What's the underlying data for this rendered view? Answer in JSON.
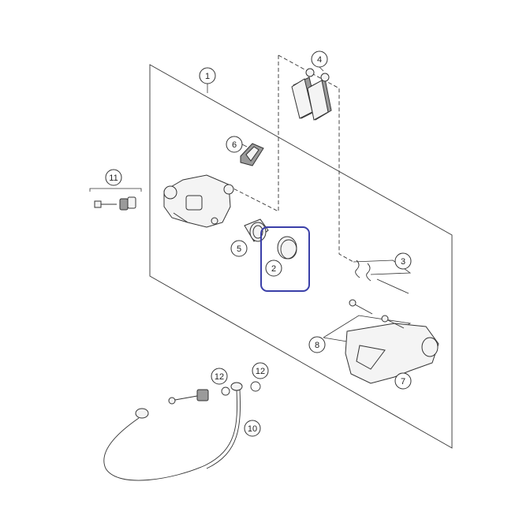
{
  "diagram": {
    "callouts": [
      {
        "id": "callout-1",
        "label": "1"
      },
      {
        "id": "callout-2",
        "label": "2"
      },
      {
        "id": "callout-3",
        "label": "3"
      },
      {
        "id": "callout-4",
        "label": "4"
      },
      {
        "id": "callout-5",
        "label": "5"
      },
      {
        "id": "callout-6",
        "label": "6"
      },
      {
        "id": "callout-7",
        "label": "7"
      },
      {
        "id": "callout-8",
        "label": "8"
      },
      {
        "id": "callout-10",
        "label": "10"
      },
      {
        "id": "callout-11",
        "label": "11"
      },
      {
        "id": "callout-12a",
        "label": "12"
      },
      {
        "id": "callout-12b",
        "label": "12"
      }
    ],
    "highlight_color": "#3a3fa8",
    "line_color": "#333333"
  }
}
